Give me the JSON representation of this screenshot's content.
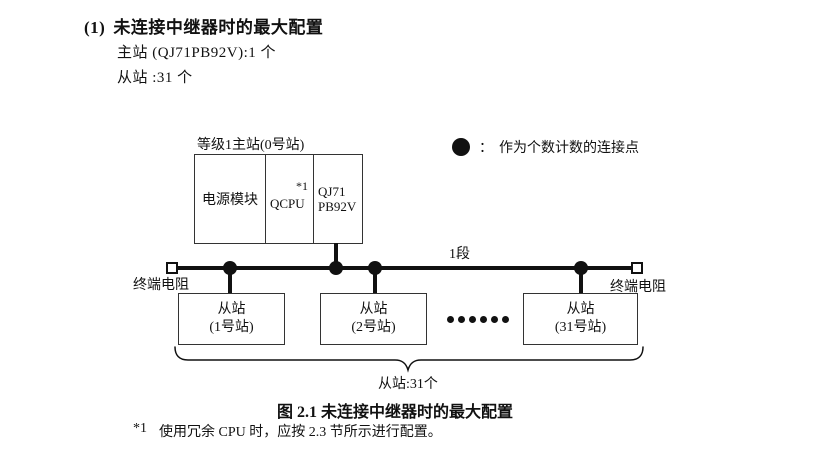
{
  "heading": {
    "number": "(1)",
    "title": "未连接中继器时的最大配置",
    "master_count_line": "主站 (QJ71PB92V):1 个",
    "slave_count_line": "从站 :31 个"
  },
  "diagram": {
    "master": {
      "label": "等级1主站(0号站)",
      "power_module": "电源模块",
      "cpu": "QCPU",
      "cpu_note": "*1",
      "pb_line1": "QJ71",
      "pb_line2": "PB92V"
    },
    "legend": {
      "separator": "：",
      "text": "作为个数计数的连接点"
    },
    "segment_label": "1段",
    "terminator_left": "终端电阻",
    "terminator_right": "终端电阻",
    "slaves": [
      {
        "line1": "从站",
        "line2": "(1号站)"
      },
      {
        "line1": "从站",
        "line2": "(2号站)"
      },
      {
        "line1": "从站",
        "line2": "(31号站)"
      }
    ],
    "brace_label": "从站:31个"
  },
  "caption": "图 2.1 未连接中继器时的最大配置",
  "footnote": {
    "marker": "*1",
    "text": "使用冗余 CPU 时，应按 2.3 节所示进行配置。"
  },
  "colors": {
    "ink": "#111111",
    "border": "#333333",
    "background": "#ffffff"
  }
}
